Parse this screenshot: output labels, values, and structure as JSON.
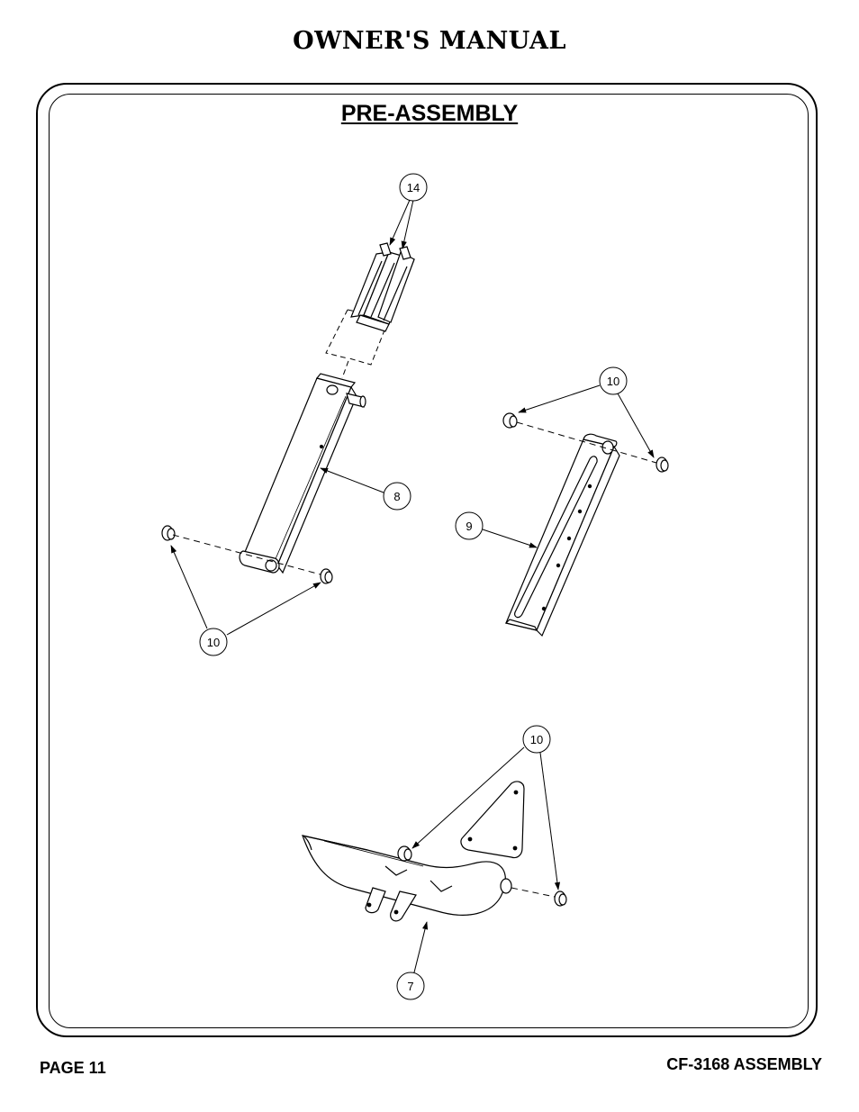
{
  "header": {
    "title": "OWNER'S MANUAL"
  },
  "section": {
    "title": "PRE-ASSEMBLY"
  },
  "callouts": {
    "c14": "14",
    "c8": "8",
    "c10_upper_right": "10",
    "c9": "9",
    "c10_left": "10",
    "c10_lower": "10",
    "c7": "7"
  },
  "footer": {
    "page": "PAGE 11",
    "doc": "CF-3168 ASSEMBLY"
  }
}
